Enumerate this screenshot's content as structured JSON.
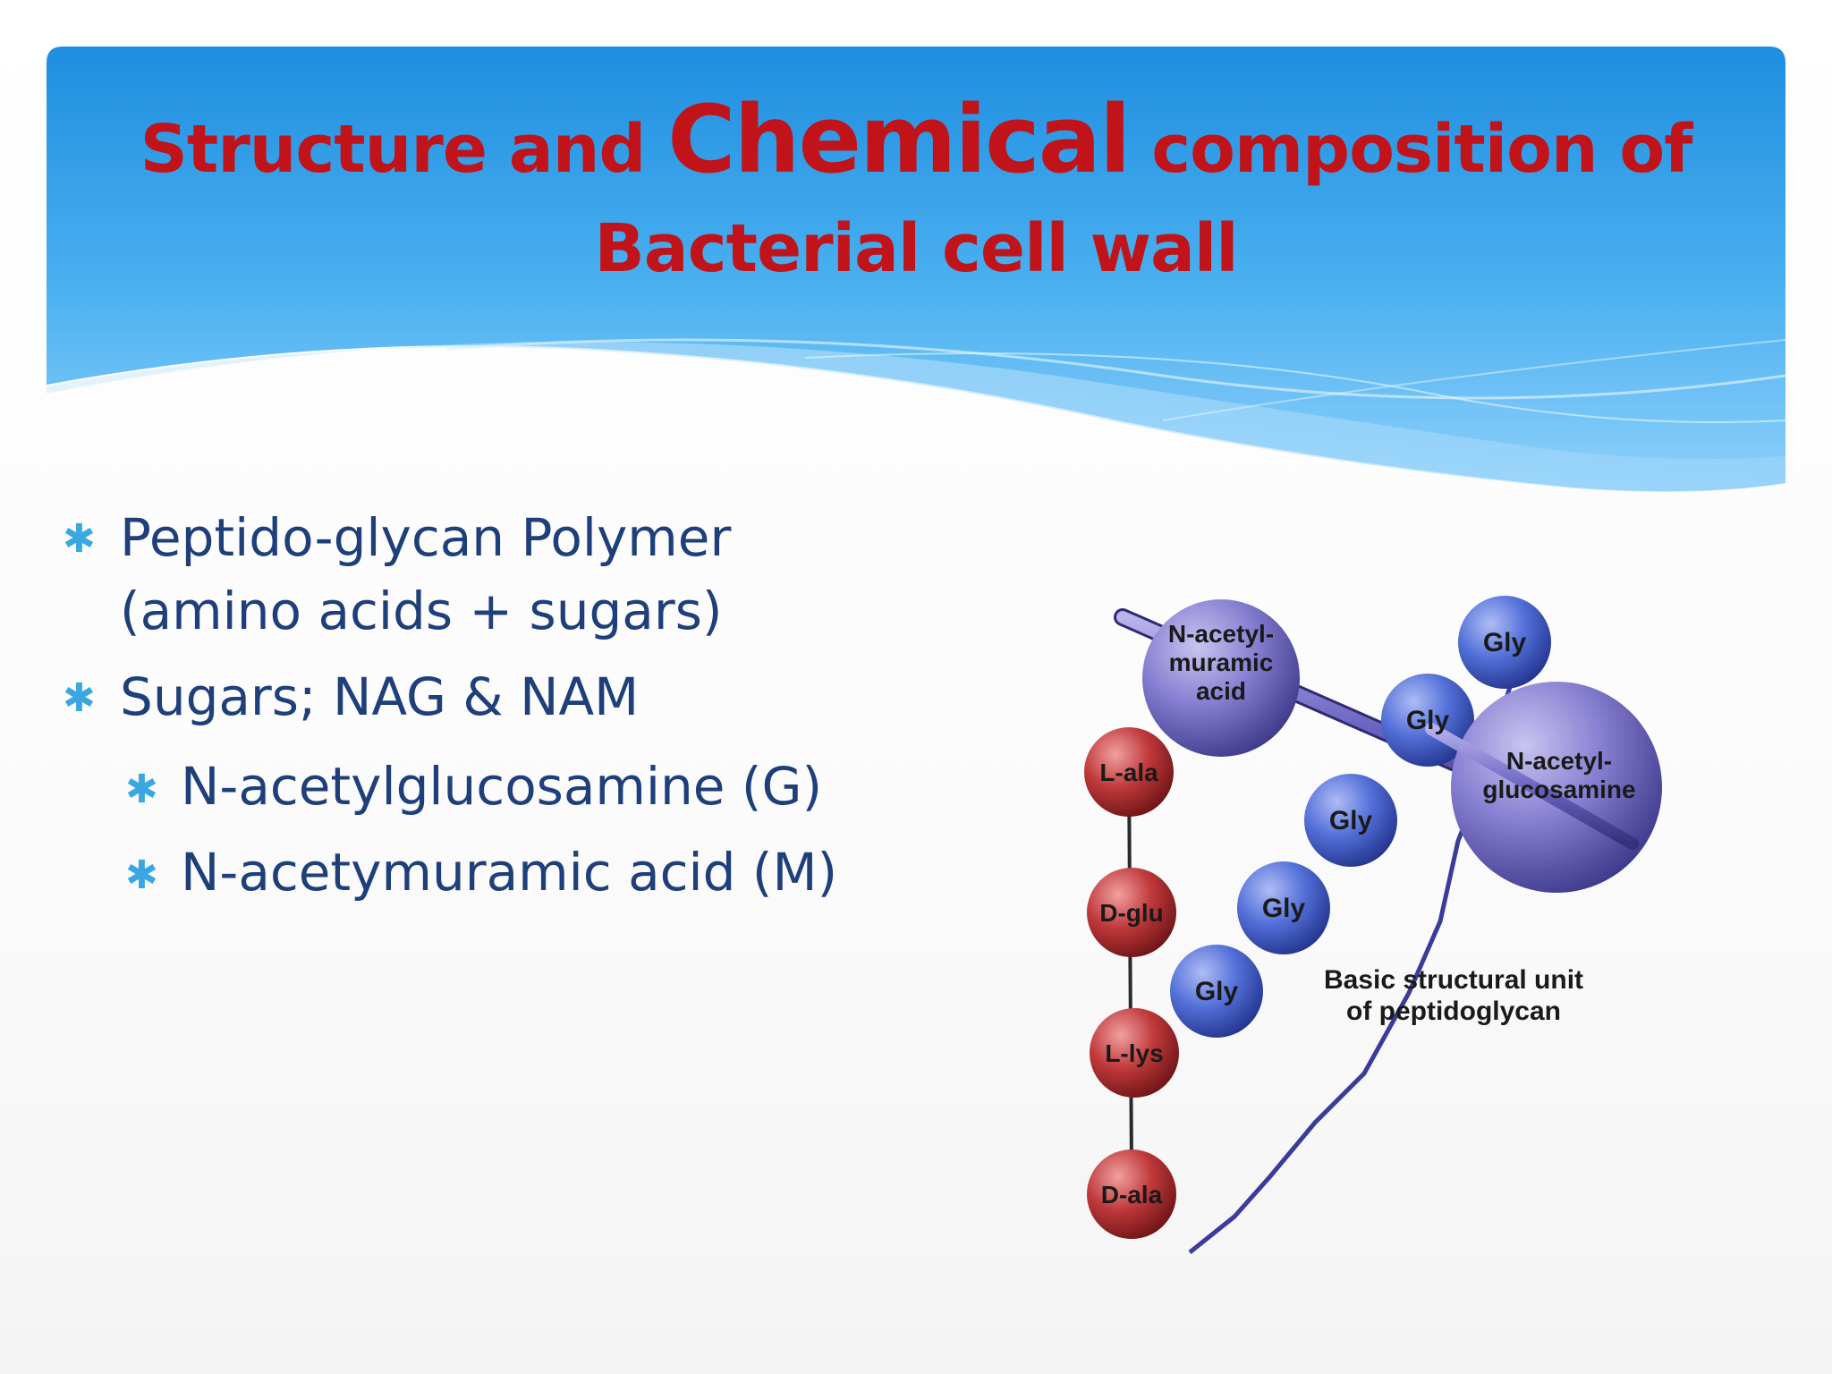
{
  "title": {
    "part1": "Structure and ",
    "emph": "Chemical",
    "part2": " composition of",
    "line2": "Bacterial cell wall"
  },
  "bullets": [
    {
      "text_line1": "Peptido-glycan Polymer",
      "text_line2": "(amino acids + sugars)"
    },
    {
      "text": "Sugars; NAG & NAM"
    }
  ],
  "sub_bullets": [
    {
      "text": "N-acetylglucosamine (G)"
    },
    {
      "text": "N-acetymuramic acid (M)"
    }
  ],
  "diagram": {
    "nam_label": [
      "N-acetyl-",
      "muramic",
      "acid"
    ],
    "nag_label": [
      "N-acetyl-",
      "glucosamine"
    ],
    "gly_label": "Gly",
    "red_labels": [
      "L-ala",
      "D-glu",
      "L-lys",
      "D-ala"
    ],
    "caption": [
      "Basic structural unit",
      "of peptidoglycan"
    ]
  },
  "colors": {
    "title": "#c0141a",
    "body_text": "#1e3f7a",
    "bullet_star": "#3aa7e0",
    "banner_top": "#1f8fe0",
    "banner_bottom": "#8fd0fb",
    "sugar_purple": "#7a73c6",
    "gly_blue": "#4a66d0",
    "amino_red": "#b3282a"
  }
}
